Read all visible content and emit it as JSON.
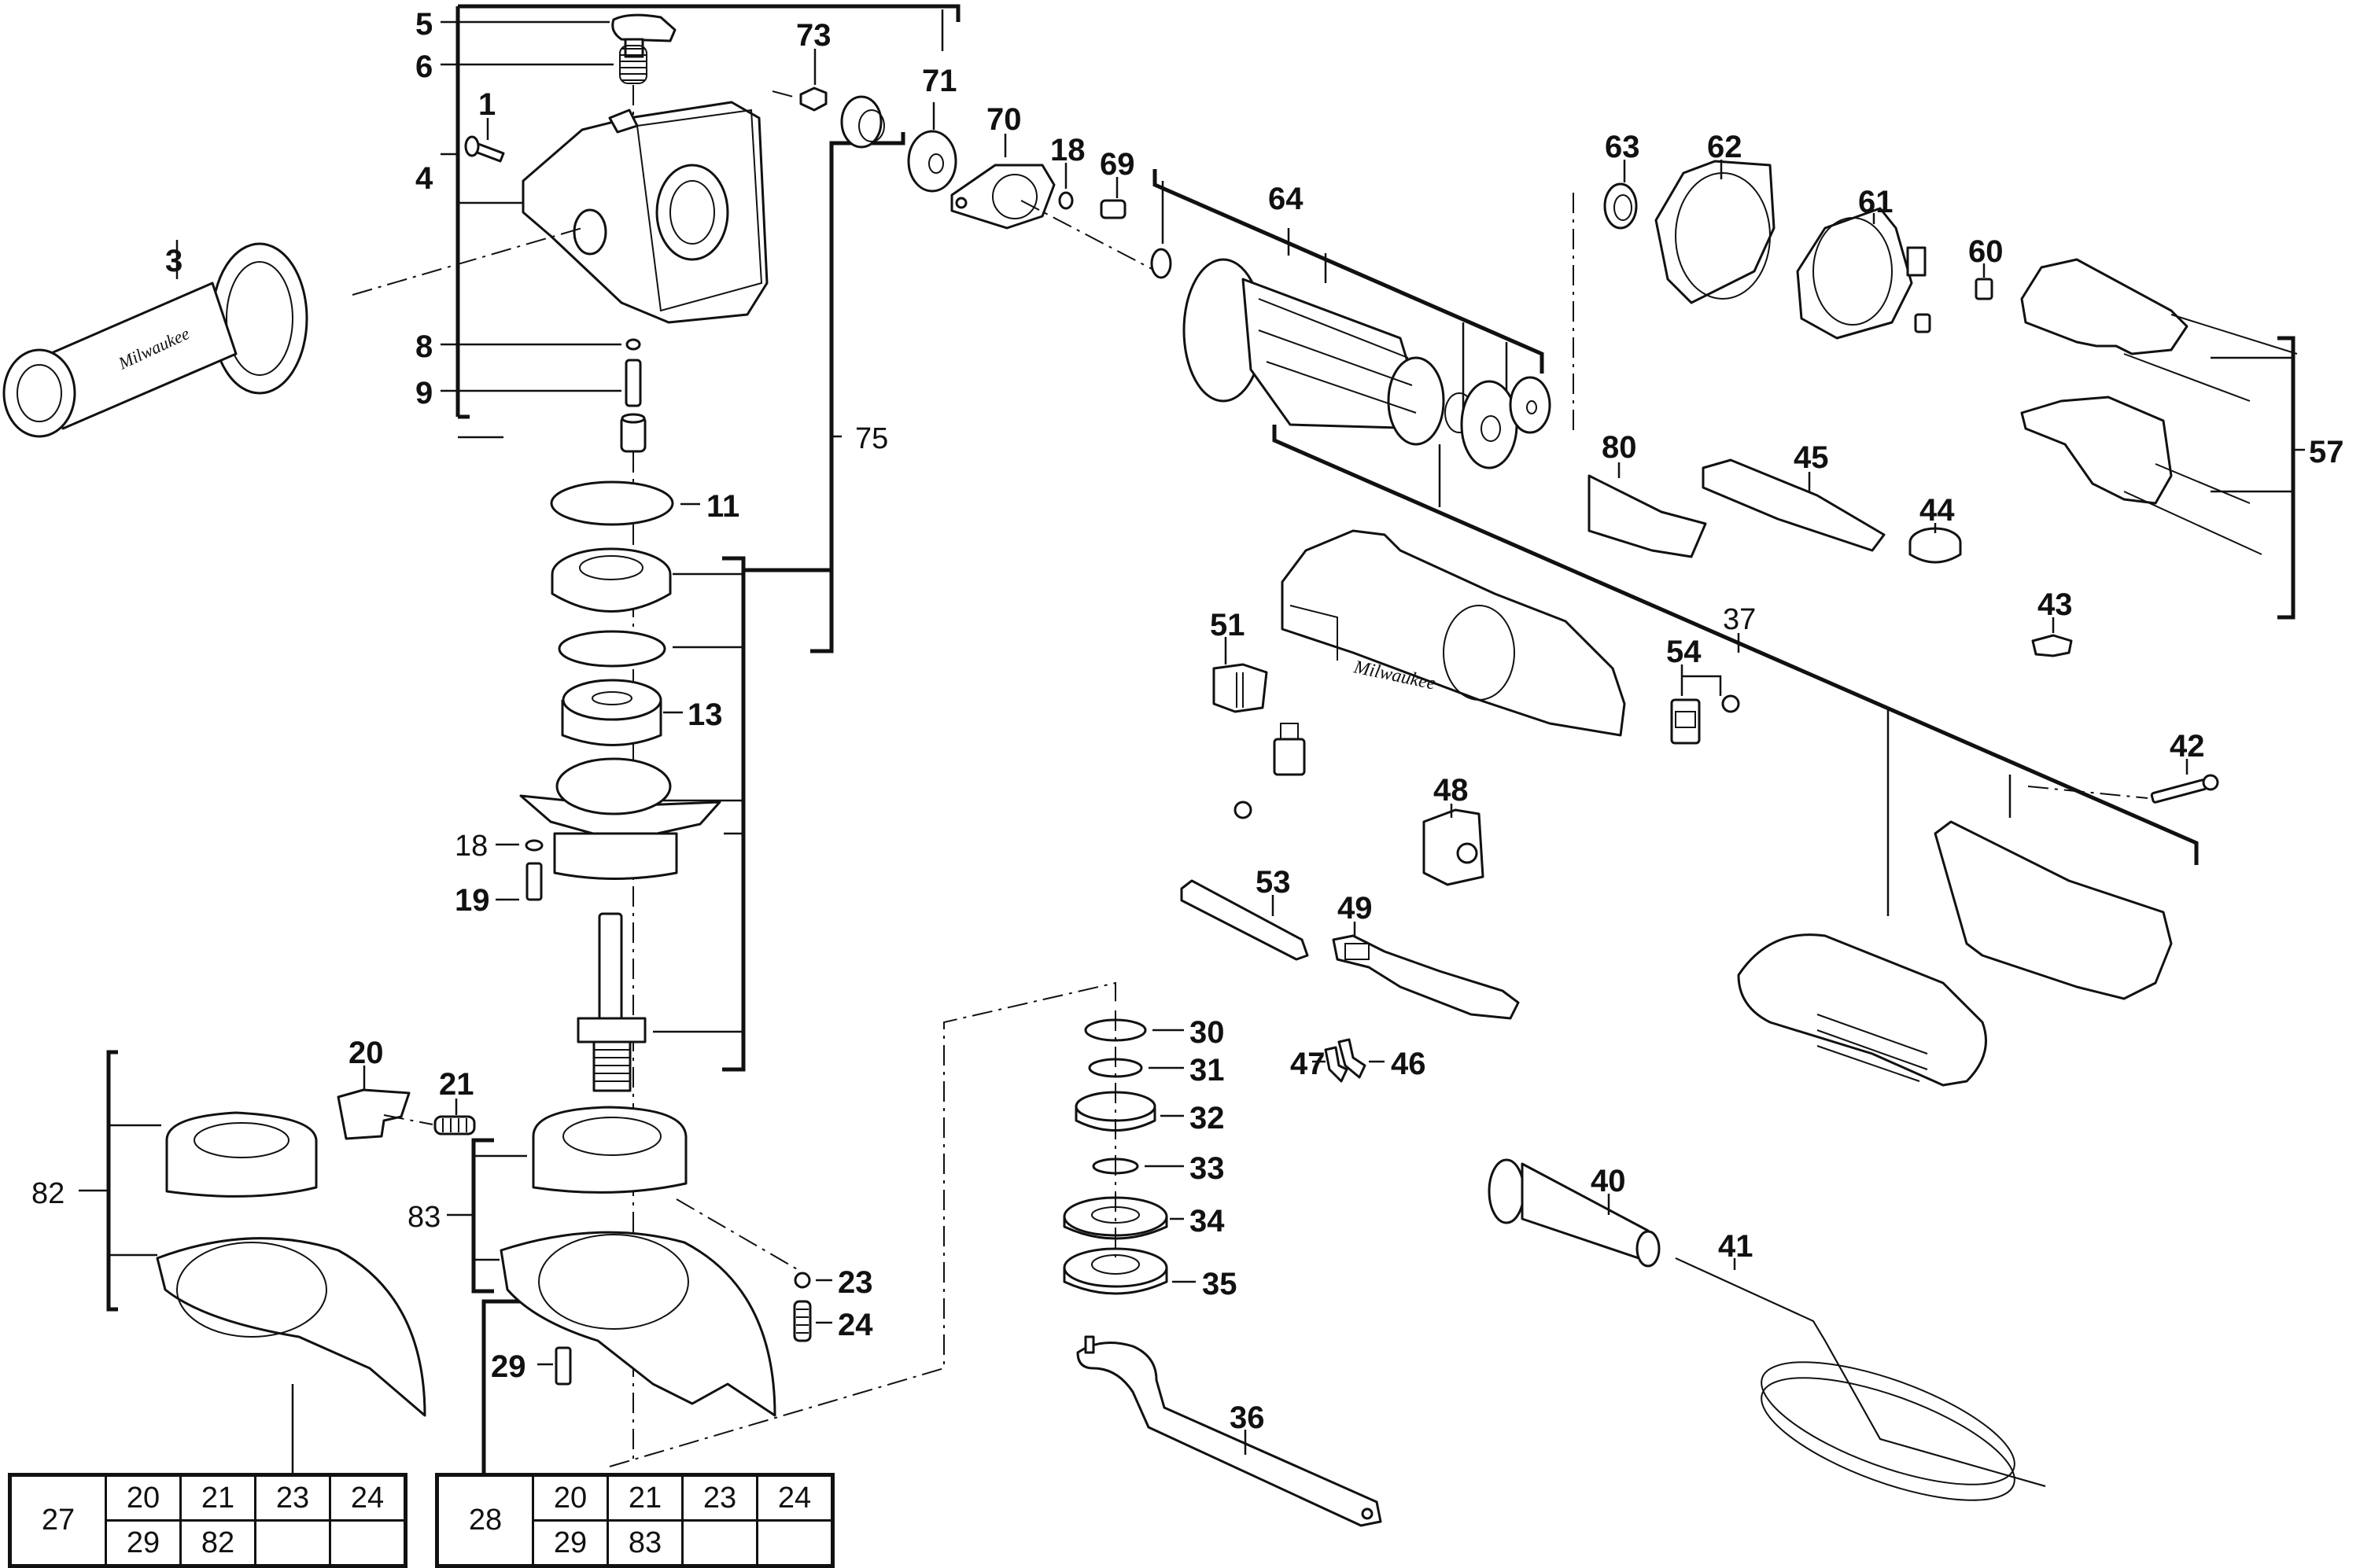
{
  "title": "Angle grinder exploded parts diagram",
  "colors": {
    "ink": "#111111",
    "background": "#ffffff"
  },
  "brand_marking": "Milwaukee",
  "labels": {
    "p1": "1",
    "p3": "3",
    "p4": "4",
    "p5": "5",
    "p6": "6",
    "p8": "8",
    "p9": "9",
    "p11": "11",
    "p13": "13",
    "p18a": "18",
    "p18b": "18",
    "p19": "19",
    "p20": "20",
    "p21": "21",
    "p23": "23",
    "p24": "24",
    "p29": "29",
    "p30": "30",
    "p31": "31",
    "p32": "32",
    "p33": "33",
    "p34": "34",
    "p35": "35",
    "p36": "36",
    "p37": "37",
    "p40": "40",
    "p41": "41",
    "p42": "42",
    "p43": "43",
    "p44": "44",
    "p45": "45",
    "p46": "46",
    "p47": "47",
    "p48": "48",
    "p49": "49",
    "p51": "51",
    "p53": "53",
    "p54": "54",
    "p57": "57",
    "p60": "60",
    "p61": "61",
    "p62": "62",
    "p63": "63",
    "p64": "64",
    "p69": "69",
    "p70": "70",
    "p71": "71",
    "p73": "73",
    "p75": "75",
    "p80": "80",
    "p82": "82",
    "p83": "83"
  },
  "kit_tables": [
    {
      "kit": "27",
      "row1": [
        "20",
        "21",
        "23",
        "24"
      ],
      "row2": [
        "29",
        "82",
        "",
        ""
      ]
    },
    {
      "kit": "28",
      "row1": [
        "20",
        "21",
        "23",
        "24"
      ],
      "row2": [
        "29",
        "83",
        "",
        ""
      ]
    }
  ]
}
